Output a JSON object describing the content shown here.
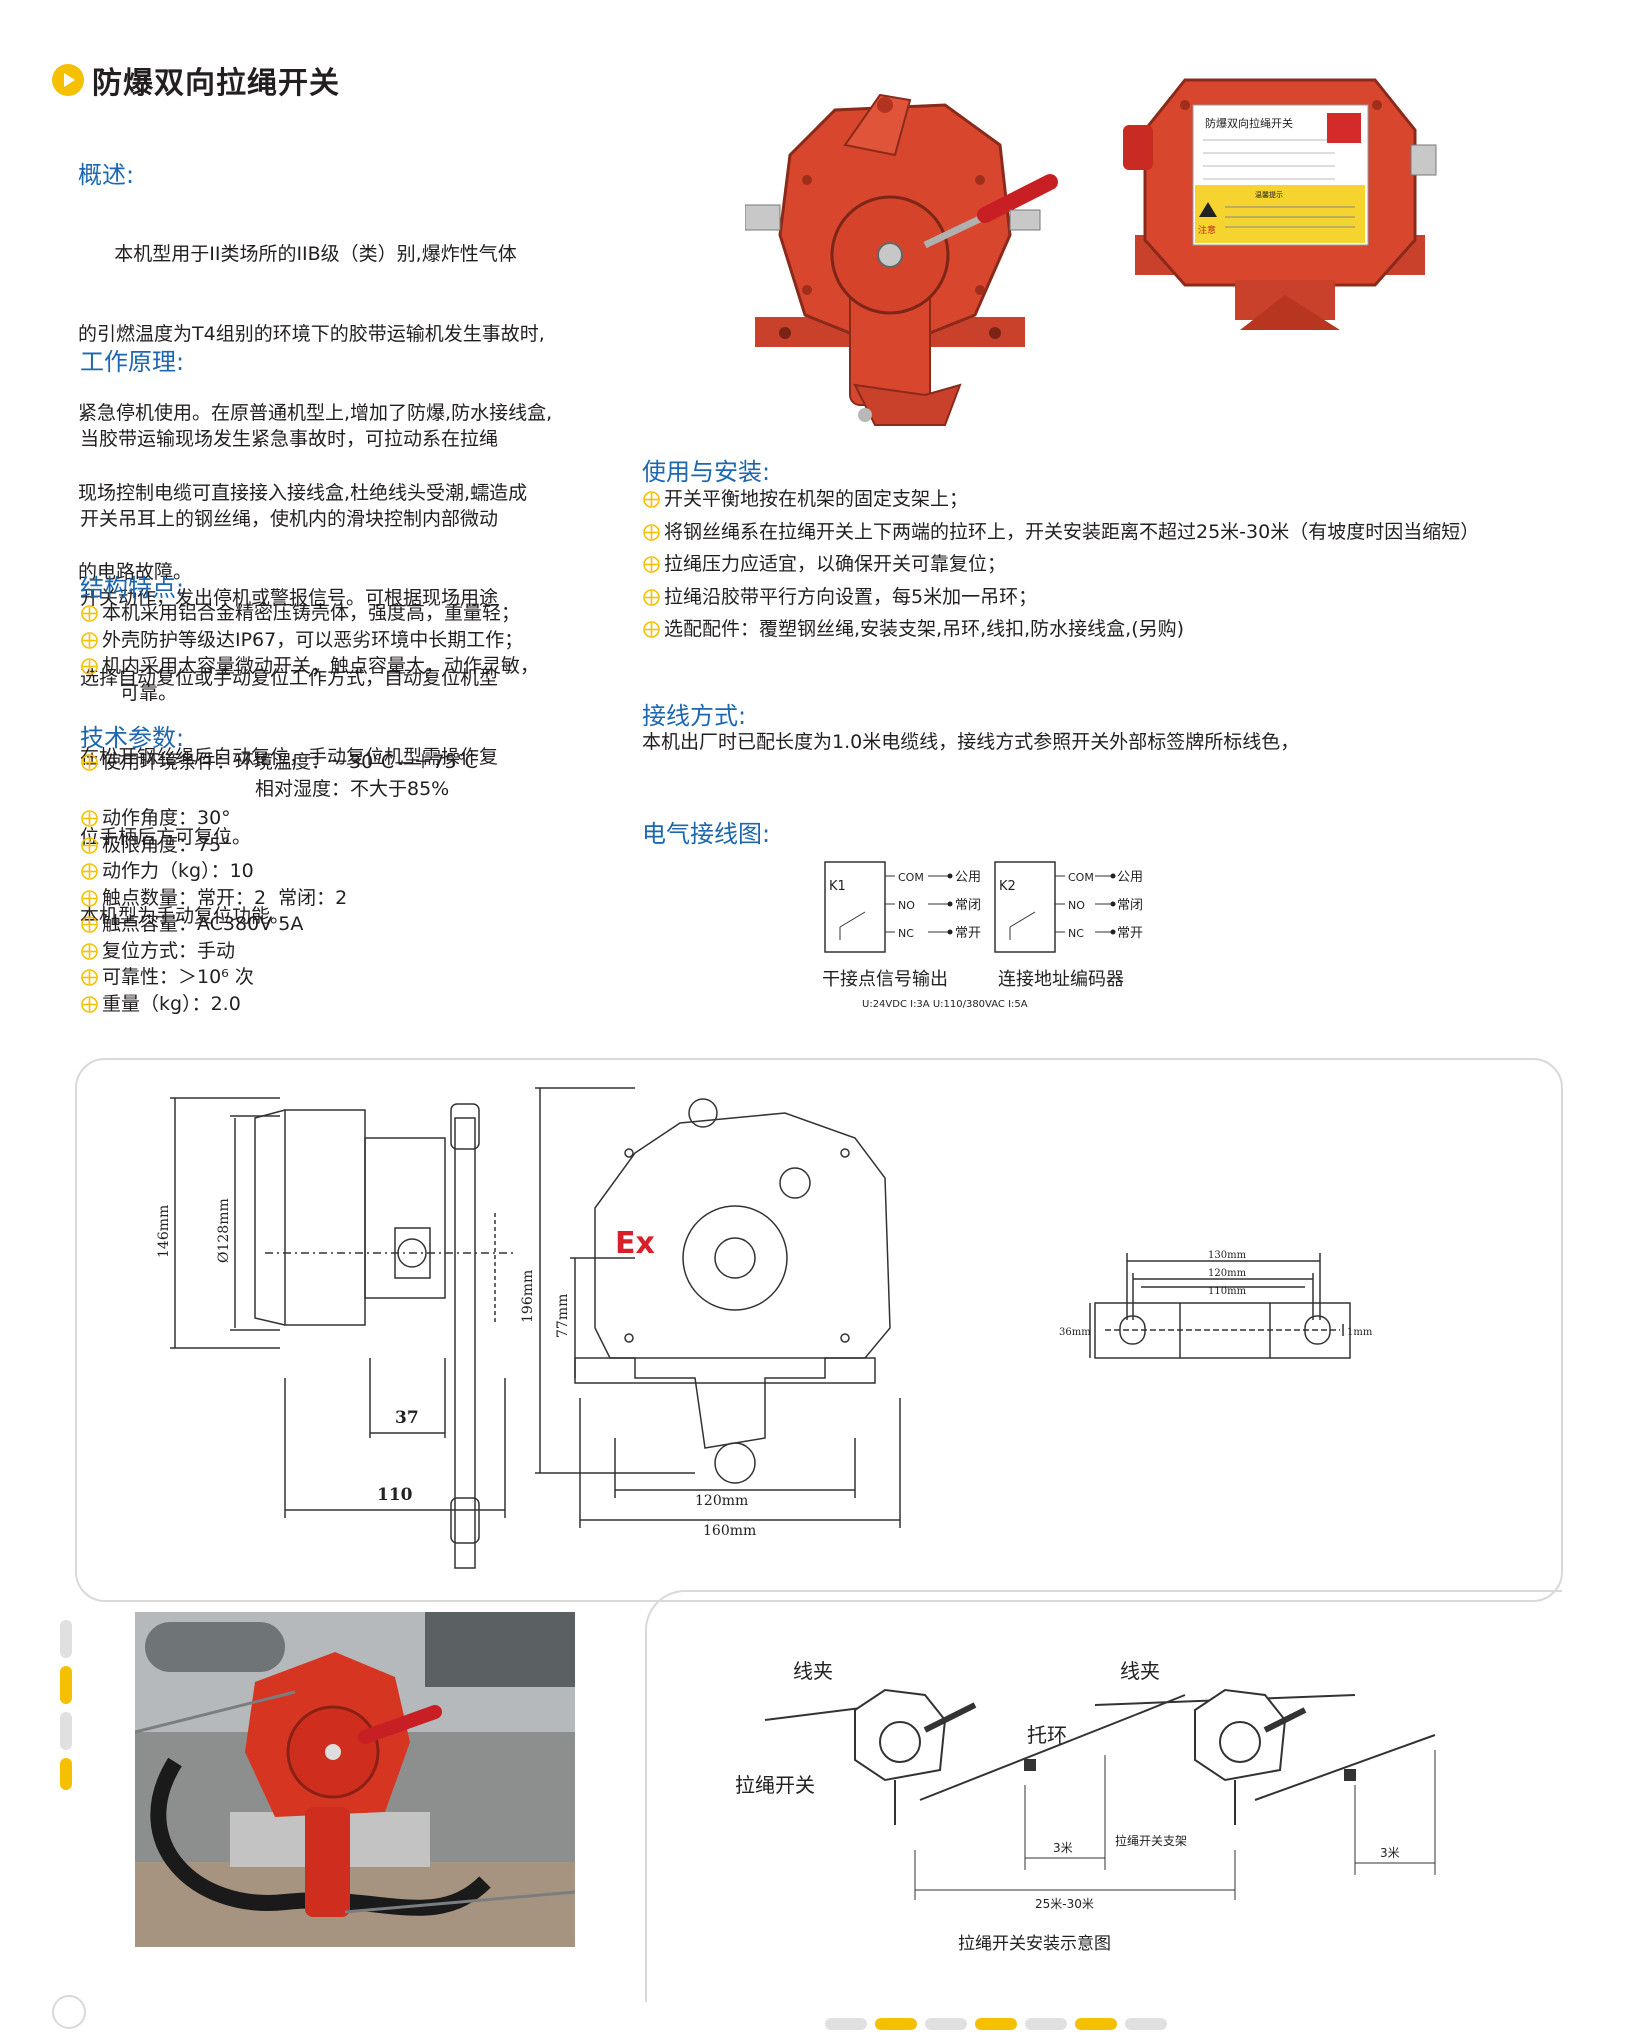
{
  "title": "防爆双向拉绳开关",
  "overview": {
    "heading": "概述:",
    "lines": [
      "      本机型用于II类场所的IIB级（类）别,爆炸性气体",
      "的引燃温度为T4组别的环境下的胶带运输机发生事故时,",
      "紧急停机使用。在原普通机型上,增加了防爆,防水接线盒,",
      "现场控制电缆可直接接入接线盒,杜绝线头受潮,蠕造成",
      "的电路故障。"
    ]
  },
  "principle": {
    "heading": "工作原理:",
    "lines": [
      "当胶带运输现场发生紧急事故时，可拉动系在拉绳",
      "开关吊耳上的钢丝绳，使机内的滑块控制内部微动",
      "开关动作，发出停机或警报信号。可根据现场用途",
      "选择自动复位或手动复位工作方式，自动复位机型",
      "在松开钢丝绳后自动复位，手动复位机型需操作复",
      "位手柄后方可复位。",
      "本机型为手动复位功能。"
    ]
  },
  "structure": {
    "heading": "结构特点:",
    "items": [
      "本机采用铝合金精密压铸壳体，强度高，重量轻；",
      "外壳防护等级达IP67，可以恶劣环境中长期工作；",
      "机内采用大容量微动开关，触点容量大，动作灵敏，"
    ],
    "continuation": "   可靠。"
  },
  "tech": {
    "heading": "技术参数:",
    "env": "使用环境条件：环境温度：－30℃—＋75℃",
    "humidity": "相对湿度：不大于85%",
    "items": [
      "动作角度：30°",
      "极限角度：75°",
      "动作力（kg）：10",
      "触点数量：常开：2  常闭：2",
      "触点容量：AC380V 5A",
      "复位方式：手动",
      "可靠性：＞10⁶ 次",
      "重量（kg）：2.0"
    ]
  },
  "install": {
    "heading": "使用与安装:",
    "items": [
      "开关平衡地按在机架的固定支架上；",
      "将钢丝绳系在拉绳开关上下两端的拉环上，开关安装距离不超过25米-30米（有坡度时因当缩短）",
      "拉绳压力应适宜，以确保开关可靠复位；",
      "拉绳沿胶带平行方向设置，每5米加一吊环；",
      "选配配件：覆塑钢丝绳,安装支架,吊环,线扣,防水接线盒,(另购)"
    ]
  },
  "wiring": {
    "heading": "接线方式:",
    "text": "本机出厂时已配长度为1.0米电缆线，接线方式参照开关外部标签牌所标线色，"
  },
  "diagram": {
    "heading": "电气接线图:",
    "k1": "K1",
    "k2": "K2",
    "terms": [
      "COM",
      "NO",
      "NC"
    ],
    "terms_cn": [
      "公用",
      "常闭",
      "常开"
    ],
    "cap1": "干接点信号输出",
    "cap2": "连接地址编码器",
    "rating": "U:24VDC  I:3A   U:110/380VAC  I:5A"
  },
  "label_plate": {
    "title": "防爆双向拉绳开关",
    "warn_title": "温馨提示",
    "warn_word": "注意"
  },
  "dims": {
    "d146": "146mm",
    "d128": "Ø128mm",
    "d37": "37",
    "d110": "110",
    "ex": "Ex",
    "d196": "196mm",
    "d77": "77mm",
    "d120": "120mm",
    "d160": "160mm",
    "s130": "130mm",
    "s120": "120mm",
    "s110": "110mm",
    "s36": "36mm",
    "s1": "1mm"
  },
  "install_diagram": {
    "clamp1": "线夹",
    "clamp2": "线夹",
    "ring": "托环",
    "switch": "拉绳开关",
    "bracket": "拉绳开关支架",
    "d3a": "3米",
    "d3b": "3米",
    "span": "25米-30米",
    "caption": "拉绳开关安装示意图"
  },
  "colors": {
    "heading": "#1c67b0",
    "bullet": "#f5c000",
    "housing": "#d8462e",
    "handle": "#c81f24"
  }
}
